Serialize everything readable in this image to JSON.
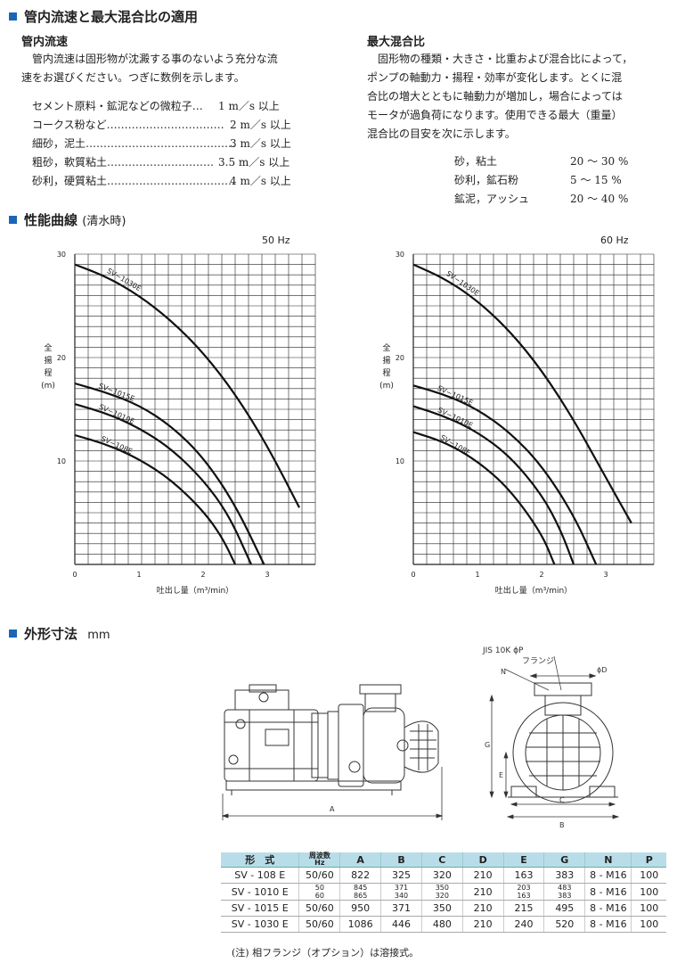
{
  "section1": {
    "title": "管内流速と最大混合比の適用",
    "velocity": {
      "title": "管内流速",
      "text": [
        "　管内流速は固形物が沈澱する事のないよう充分な流",
        "速をお選びください。つぎに数例を示します。"
      ],
      "rows": [
        {
          "label": "セメント原料・鉱泥などの微粒子",
          "dots": "…",
          "value": "1 m／s 以上"
        },
        {
          "label": "コークス粉など",
          "dots": "……………………………",
          "value": "2 m／s 以上"
        },
        {
          "label": "細砂，泥土",
          "dots": "……………………………………",
          "value": "3 m／s 以上"
        },
        {
          "label": "粗砂，軟質粘土",
          "dots": "…………………………",
          "value": "3.5 m／s 以上"
        },
        {
          "label": "砂利，硬質粘土",
          "dots": "………………………………",
          "value": "4 m／s 以上"
        }
      ]
    },
    "mixing": {
      "title": "最大混合比",
      "text": [
        "　固形物の種類・大きさ・比重および混合比によって，",
        "ポンプの軸動力・揚程・効率が変化します。とくに混",
        "合比の増大とともに軸動力が増加し，場合によっては",
        "モータが過負荷になります。使用できる最大（重量）",
        "混合比の目安を次に示します。"
      ],
      "rows": [
        {
          "label": "砂，粘土",
          "value": "20 〜 30 %"
        },
        {
          "label": "砂利，鉱石粉",
          "value": "5 〜 15 %"
        },
        {
          "label": "鉱泥，アッシュ",
          "value": "20 〜 40 %"
        }
      ]
    }
  },
  "section2": {
    "title": "性能曲線",
    "subtitle": "(清水時)"
  },
  "chart_data": [
    {
      "type": "line",
      "title": "50 Hz",
      "xlabel": "吐出し量（m³/min）",
      "ylabel": [
        "全",
        "揚",
        "程",
        "(m)"
      ],
      "xlim": [
        0,
        3.75
      ],
      "ylim": [
        0,
        30
      ],
      "xticks": [
        "0",
        "1",
        "2",
        "3"
      ],
      "yticks": [
        "10",
        "20",
        "30"
      ],
      "grid": true,
      "series": [
        {
          "name": "SV−1030E",
          "x": [
            0,
            0.5,
            1.0,
            1.5,
            2.0,
            2.5,
            3.0,
            3.5
          ],
          "y": [
            29,
            27.8,
            26,
            23.6,
            20.5,
            16.5,
            11.5,
            5.5
          ]
        },
        {
          "name": "SV−1015E",
          "x": [
            0,
            0.5,
            1.0,
            1.5,
            2.0,
            2.5,
            2.95
          ],
          "y": [
            17.5,
            16.6,
            15.4,
            13.4,
            10.4,
            5.8,
            0
          ]
        },
        {
          "name": "SV−1010E",
          "x": [
            0,
            0.5,
            1.0,
            1.5,
            2.0,
            2.4,
            2.75
          ],
          "y": [
            15.5,
            14.6,
            13.2,
            11.2,
            8.2,
            4.8,
            0
          ]
        },
        {
          "name": "SV−108E",
          "x": [
            0,
            0.5,
            1.0,
            1.5,
            2.0,
            2.3,
            2.5
          ],
          "y": [
            12.5,
            11.6,
            10.2,
            8.2,
            5.2,
            2.6,
            0
          ]
        }
      ]
    },
    {
      "type": "line",
      "title": "60 Hz",
      "xlabel": "吐出し量（m³/min）",
      "ylabel": [
        "全",
        "揚",
        "程",
        "(m)"
      ],
      "xlim": [
        0,
        3.75
      ],
      "ylim": [
        0,
        30
      ],
      "xticks": [
        "0",
        "1",
        "2",
        "3"
      ],
      "yticks": [
        "10",
        "20",
        "30"
      ],
      "grid": true,
      "series": [
        {
          "name": "SV−1030E",
          "x": [
            0,
            0.5,
            1.0,
            1.5,
            2.0,
            2.5,
            3.0,
            3.4
          ],
          "y": [
            29,
            27.6,
            25.5,
            22.6,
            18.8,
            14.0,
            8.4,
            4.0
          ]
        },
        {
          "name": "SV−1015E",
          "x": [
            0,
            0.5,
            1.0,
            1.5,
            2.0,
            2.5,
            2.85
          ],
          "y": [
            17.3,
            16.4,
            15.0,
            12.8,
            9.6,
            4.8,
            0
          ]
        },
        {
          "name": "SV−1010E",
          "x": [
            0,
            0.5,
            1.0,
            1.5,
            2.0,
            2.3,
            2.5
          ],
          "y": [
            15.3,
            14.3,
            12.8,
            10.5,
            6.8,
            3.3,
            0
          ]
        },
        {
          "name": "SV−108E",
          "x": [
            0,
            0.5,
            1.0,
            1.5,
            2.0,
            2.2
          ],
          "y": [
            12.8,
            11.8,
            10.0,
            7.3,
            3.0,
            0
          ]
        }
      ]
    }
  ],
  "section3": {
    "title": "外形寸法",
    "unit": "mm",
    "drawing_labels": {
      "A": "A",
      "B": "B",
      "C": "C",
      "E": "E",
      "G": "G",
      "N": "N",
      "phiD": "ϕD",
      "jis": "JIS 10K ϕP",
      "flange": "フランジ"
    }
  },
  "spec_table": {
    "headers": [
      "形　式",
      "周波数\nHz",
      "A",
      "B",
      "C",
      "D",
      "E",
      "G",
      "N",
      "P"
    ],
    "rows": [
      {
        "model": "SV - 108 E",
        "hz": [
          "50/60"
        ],
        "A": [
          "822"
        ],
        "B": [
          "325"
        ],
        "C": [
          "320"
        ],
        "D": "210",
        "E": [
          "163"
        ],
        "G": [
          "383"
        ],
        "N": "8 - M16",
        "P": "100"
      },
      {
        "model": "SV - 1010 E",
        "hz": [
          "50",
          "60"
        ],
        "A": [
          "845",
          "865"
        ],
        "B": [
          "371",
          "340"
        ],
        "C": [
          "350",
          "320"
        ],
        "D": "210",
        "E": [
          "203",
          "163"
        ],
        "G": [
          "483",
          "383"
        ],
        "N": "8 - M16",
        "P": "100"
      },
      {
        "model": "SV - 1015 E",
        "hz": [
          "50/60"
        ],
        "A": [
          "950"
        ],
        "B": [
          "371"
        ],
        "C": [
          "350"
        ],
        "D": "210",
        "E": [
          "215"
        ],
        "G": [
          "495"
        ],
        "N": "8 - M16",
        "P": "100"
      },
      {
        "model": "SV - 1030 E",
        "hz": [
          "50/60"
        ],
        "A": [
          "1086"
        ],
        "B": [
          "446"
        ],
        "C": [
          "480"
        ],
        "D": "210",
        "E": [
          "240"
        ],
        "G": [
          "520"
        ],
        "N": "8 - M16",
        "P": "100"
      }
    ],
    "note": "(注) 相フランジ（オプション）は溶接式。"
  }
}
